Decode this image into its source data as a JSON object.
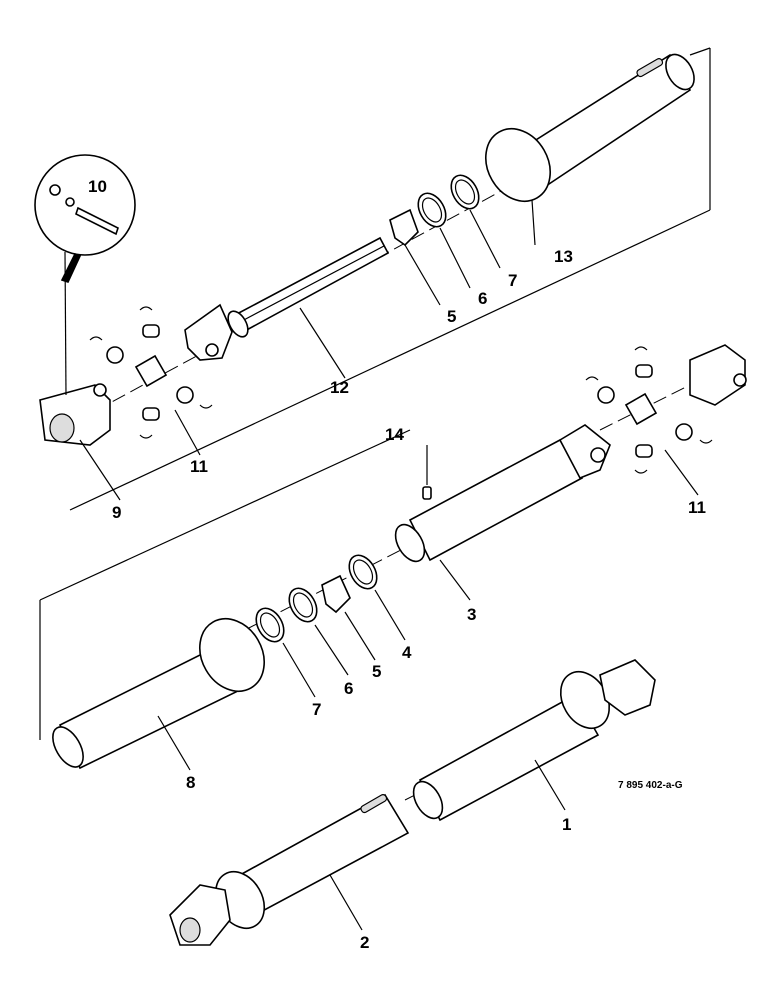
{
  "diagram": {
    "reference_code": "7 895 402-a-G",
    "callouts": {
      "c1": "1",
      "c2": "2",
      "c3": "3",
      "c4": "4",
      "c5a": "5",
      "c5b": "5",
      "c6a": "6",
      "c6b": "6",
      "c7a": "7",
      "c7b": "7",
      "c8": "8",
      "c9": "9",
      "c10": "10",
      "c11a": "11",
      "c11b": "11",
      "c12": "12",
      "c13": "13",
      "c14": "14"
    }
  }
}
